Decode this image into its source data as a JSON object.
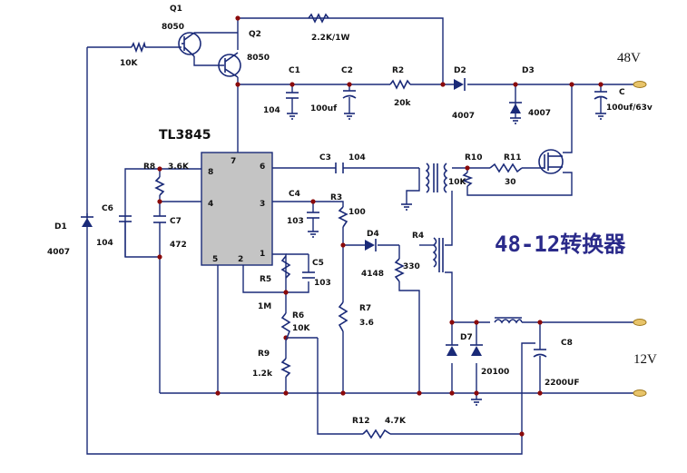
{
  "title": "48-12转换器",
  "chip": {
    "name": "TL3845",
    "pins": [
      "7",
      "8",
      "4",
      "6",
      "3",
      "5",
      "2",
      "1"
    ]
  },
  "voltages": {
    "input": "48V",
    "output": "12V"
  },
  "labels": {
    "Q1": "Q1",
    "Q1_type": "8050",
    "Q2": "Q2",
    "Q2_type": "8050",
    "R_top": "2.2K/1W",
    "R_10K_top": "10K",
    "C1": "C1",
    "C1_val": "104",
    "C2": "C2",
    "C2_val": "100uf",
    "R2": "R2",
    "R2_val": "20k",
    "D2": "D2",
    "D2_val": "4007",
    "D3": "D3",
    "D3_val": "4007",
    "C": "C",
    "C_val": "100uf/63v",
    "C3": "C3",
    "C3_val": "104",
    "R8": "R8",
    "R8_val": "3.6K",
    "C6": "C6",
    "C6_val": "104",
    "C7": "C7",
    "C7_val": "472",
    "C4": "C4",
    "C4_val": "103",
    "R3": "R3",
    "R3_val": "100",
    "R10": "R10",
    "R10_val": "10K",
    "R11": "R11",
    "R11_val": "30",
    "D1": "D1",
    "D1_val": "4007",
    "D4": "D4",
    "D4_val": "4148",
    "R4": "R4",
    "R4_val": "330",
    "C5": "C5",
    "C5_val": "103",
    "R5": "R5",
    "R5_val": "1M",
    "R6": "R6",
    "R6_val": "10K",
    "R7": "R7",
    "R7_val": "3.6",
    "R9": "R9",
    "R9_val": "1.2k",
    "D7": "D7",
    "D7_val": "20100",
    "C8": "C8",
    "C8_val": "2200UF",
    "R12": "R12",
    "R12_val": "4.7K"
  }
}
